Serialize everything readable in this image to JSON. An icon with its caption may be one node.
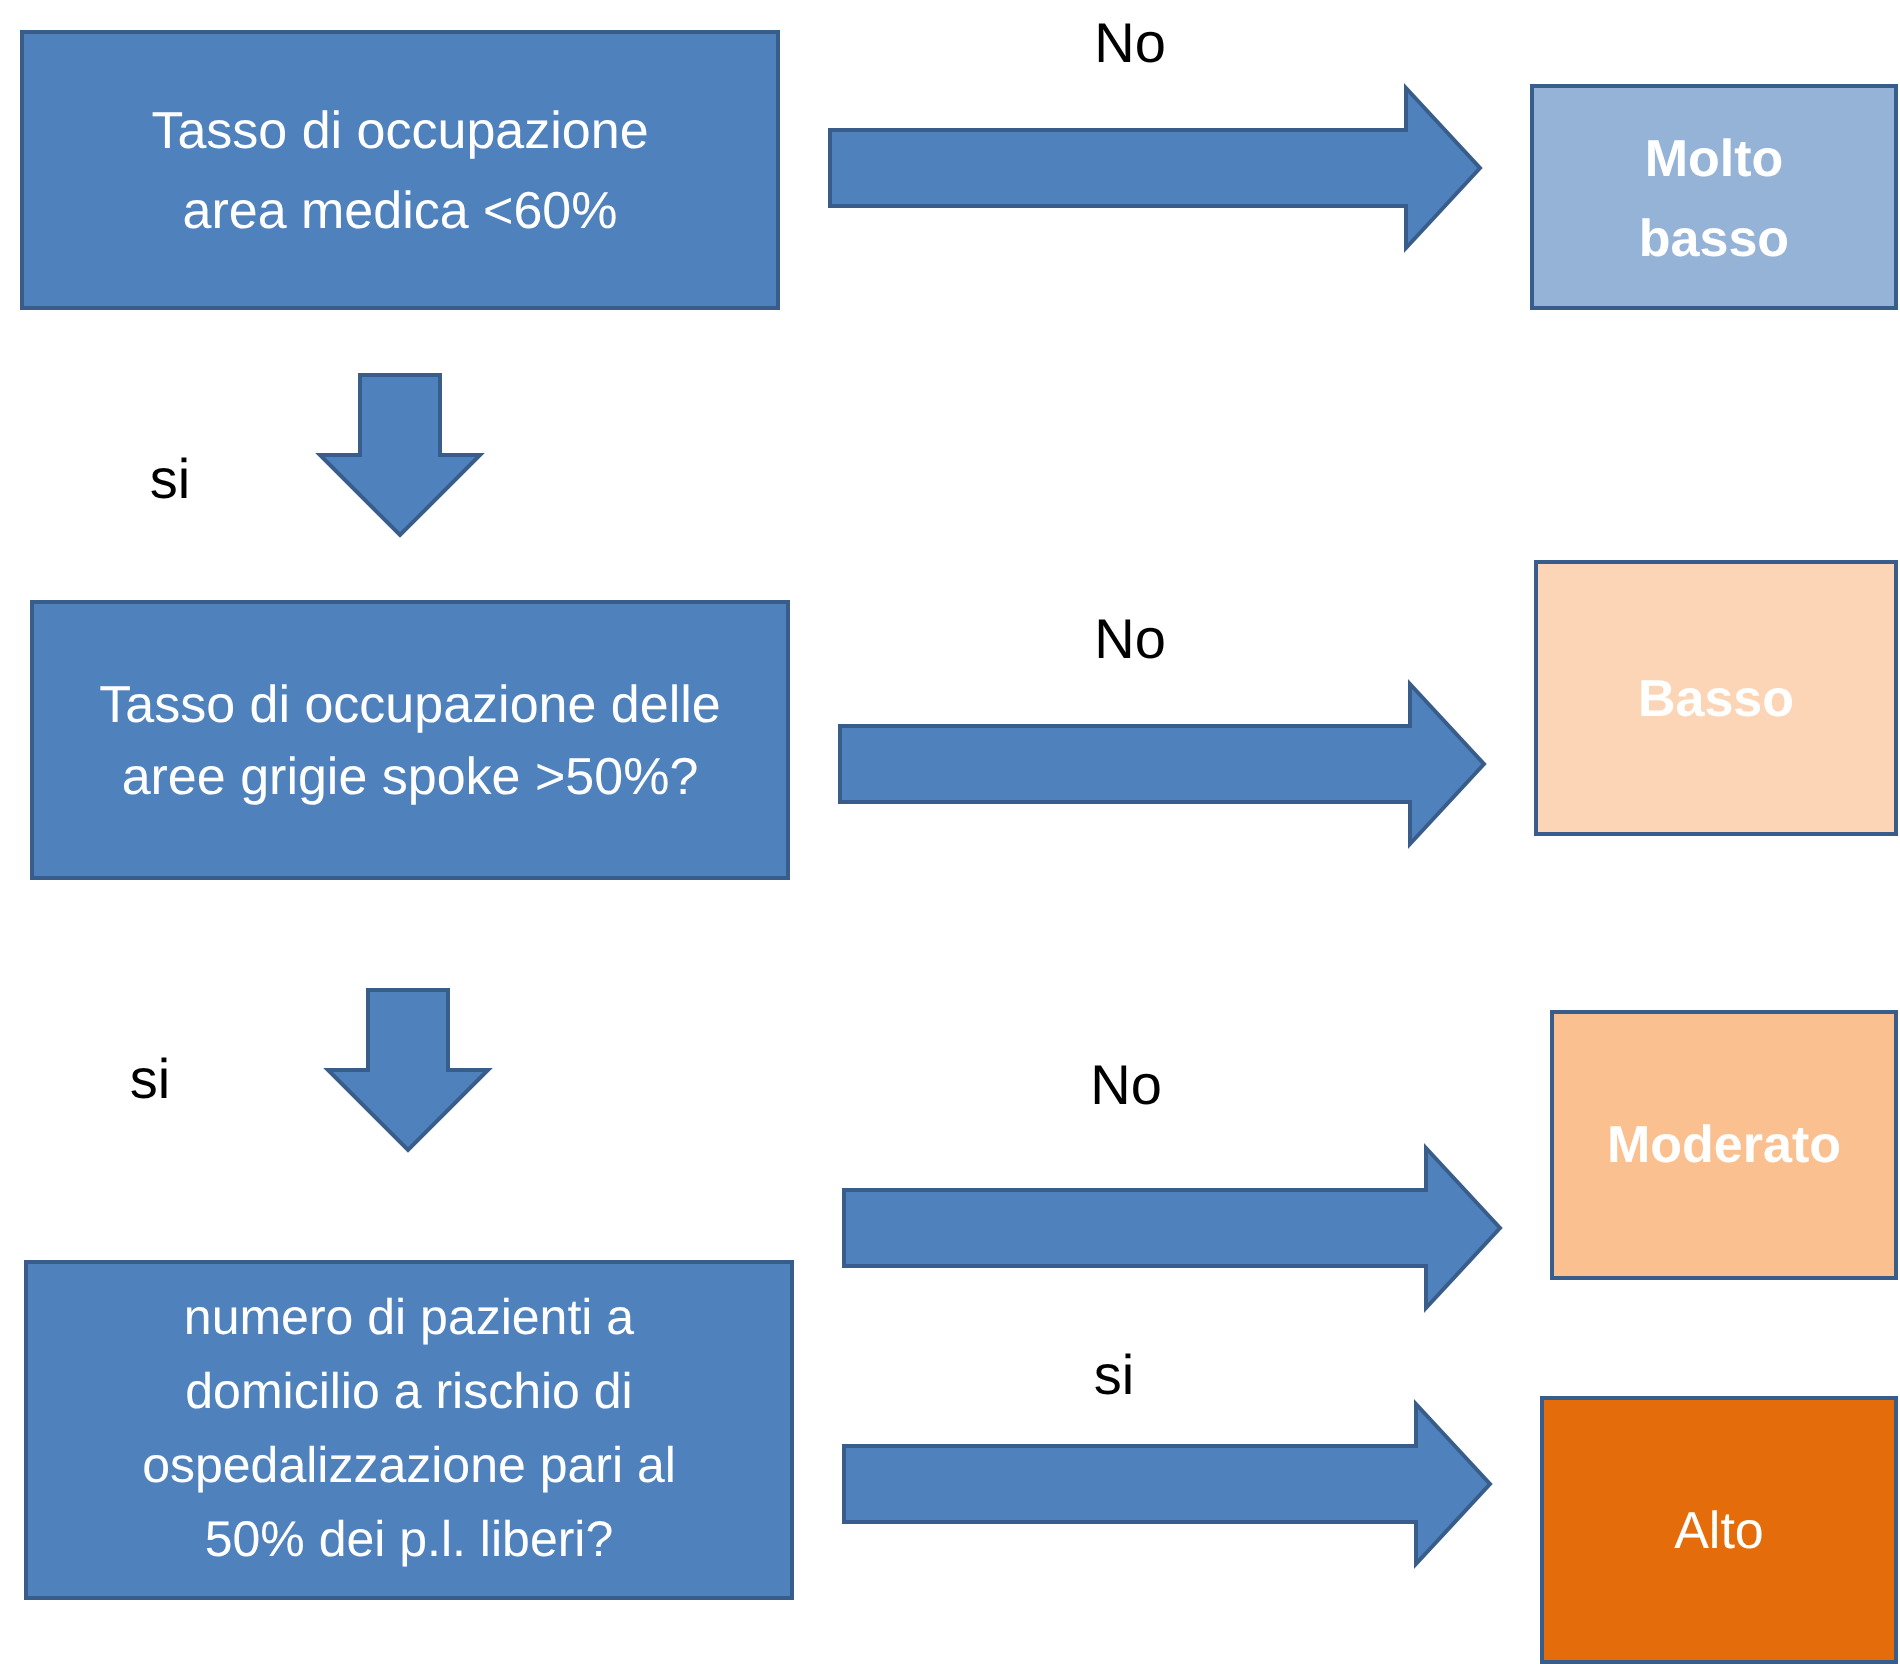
{
  "diagram": {
    "nodes": [
      {
        "text": [
          "Tasso di occupazione area medica <60%"
        ]
      },
      {
        "text": [
          "Tasso di occupazione delle aree grigie spoke >50%?"
        ]
      },
      {
        "text": [
          "numero di pazienti a domicilio a rischio di ospedalizzazione pari al 50% dei p.l. liberi?"
        ]
      },
      {
        "text": [
          "Molto basso"
        ]
      },
      {
        "text": [
          "Basso"
        ]
      },
      {
        "text": [
          "Moderato"
        ]
      },
      {
        "text": [
          "Alto"
        ]
      }
    ],
    "edges": [
      {
        "from": 0,
        "to": 3,
        "arrow": "to",
        "label": "No",
        "style": "thick"
      },
      {
        "from": 0,
        "to": 1,
        "arrow": "to",
        "label": "si",
        "style": "thick"
      },
      {
        "from": 1,
        "to": 4,
        "arrow": "to",
        "label": "No",
        "style": "thick"
      },
      {
        "from": 1,
        "to": 2,
        "arrow": "to",
        "label": "si",
        "style": "thick"
      },
      {
        "from": 2,
        "to": 5,
        "arrow": "to",
        "label": "No",
        "style": "thick"
      },
      {
        "from": 2,
        "to": 6,
        "arrow": "to",
        "label": "si",
        "style": "thick"
      }
    ]
  }
}
